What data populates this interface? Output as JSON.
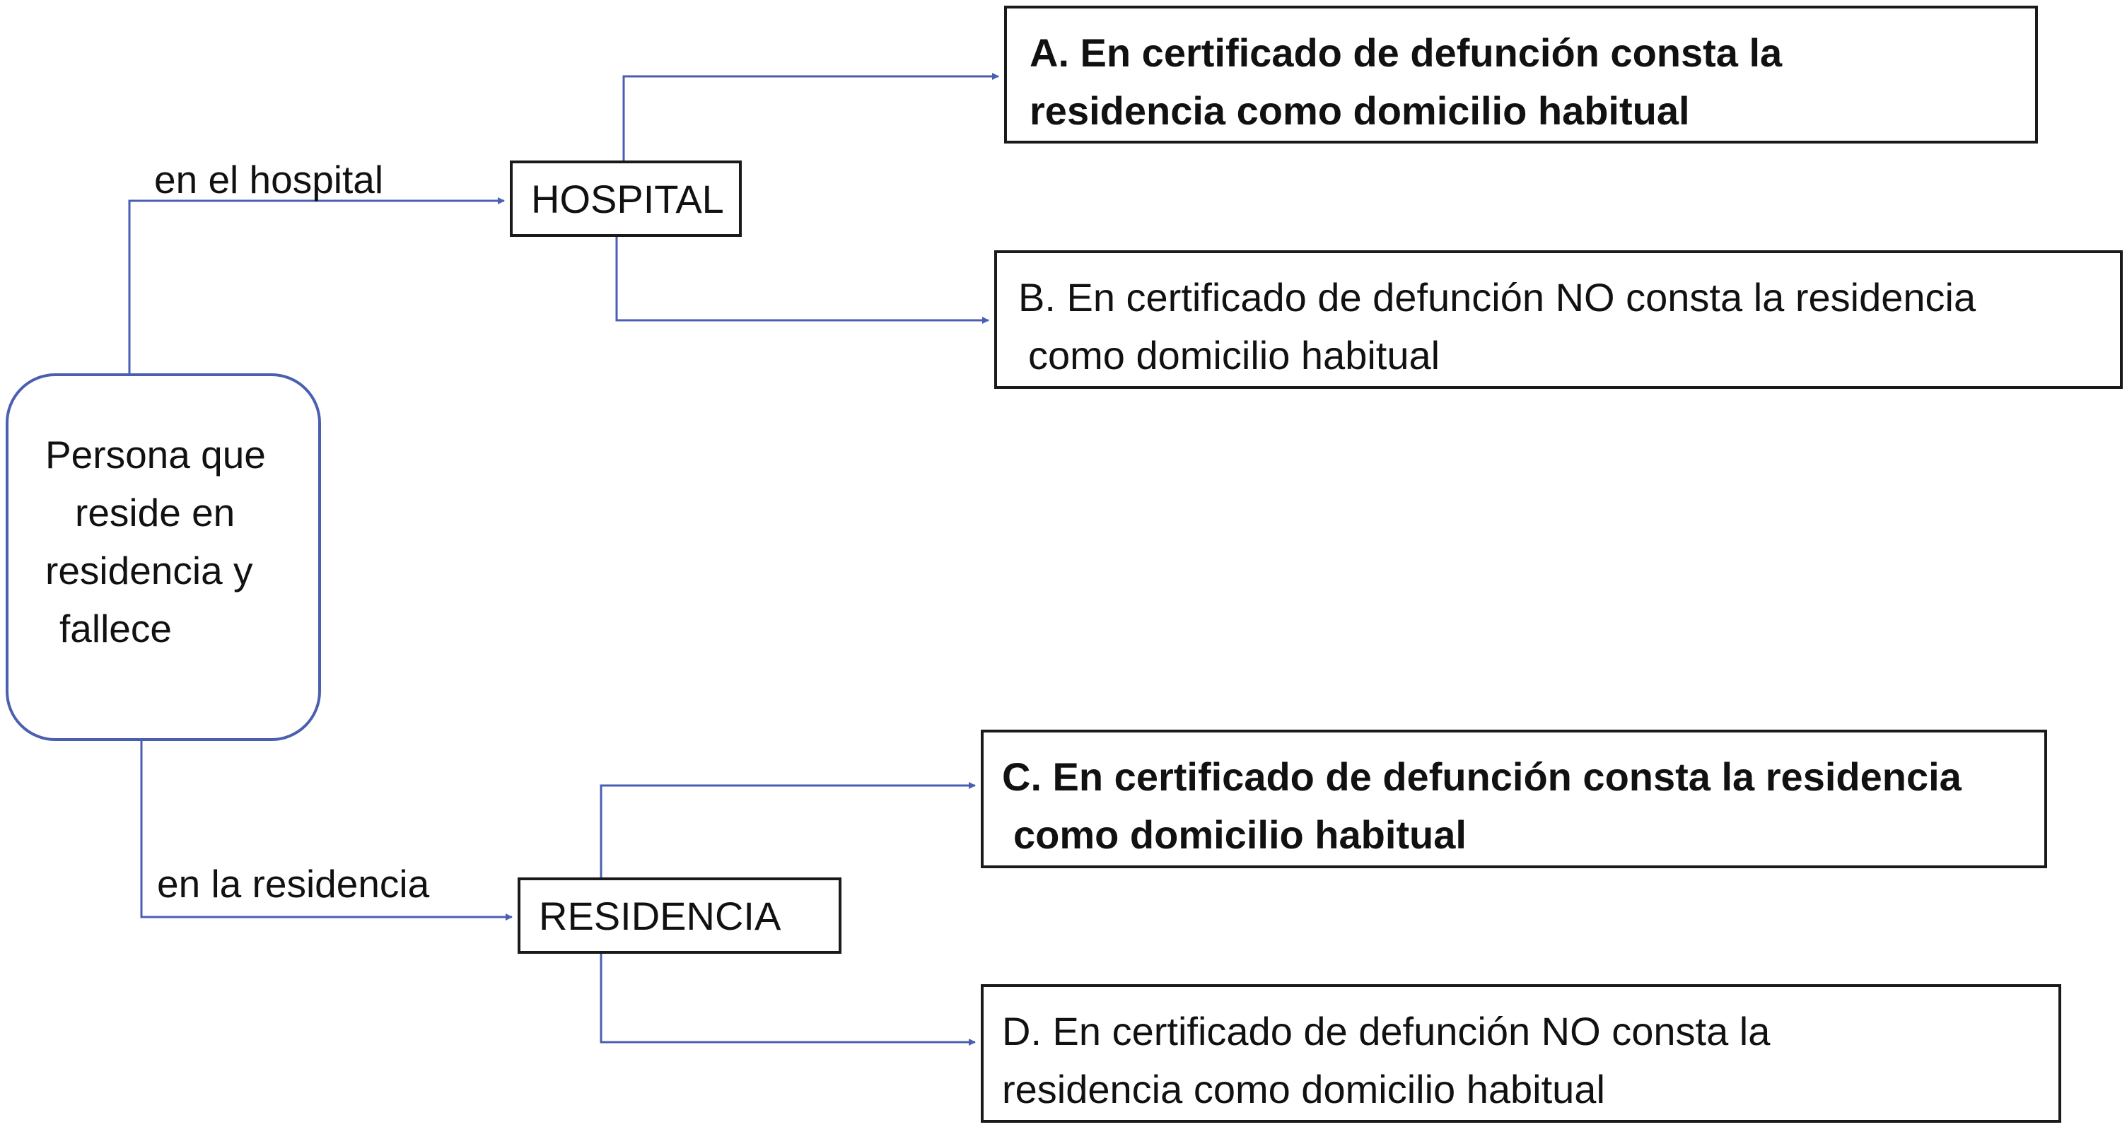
{
  "diagram": {
    "start_node": {
      "lines": [
        "Persona que",
        "reside en",
        "residencia y",
        "fallece"
      ]
    },
    "edges": {
      "to_hospital": "en el hospital",
      "to_residencia": "en la residencia"
    },
    "nodes": {
      "hospital": "HOSPITAL",
      "residencia": "RESIDENCIA"
    },
    "outcomes": [
      {
        "lines": [
          "A. En certificado de defunción consta la",
          "residencia como domicilio habitual"
        ],
        "bold": true
      },
      {
        "lines": [
          "B. En certificado de defunción NO consta la residencia",
          "como domicilio habitual"
        ],
        "bold": false
      },
      {
        "lines": [
          "C. En certificado de defunción consta la residencia",
          "como domicilio habitual"
        ],
        "bold": true
      },
      {
        "lines": [
          "D. En certificado de defunción NO consta la",
          "residencia  como domicilio habitual"
        ],
        "bold": false
      }
    ],
    "colors": {
      "connector": "#4a5fb0",
      "box_border": "#1a1a1a",
      "start_border": "#4a5fb0"
    }
  }
}
